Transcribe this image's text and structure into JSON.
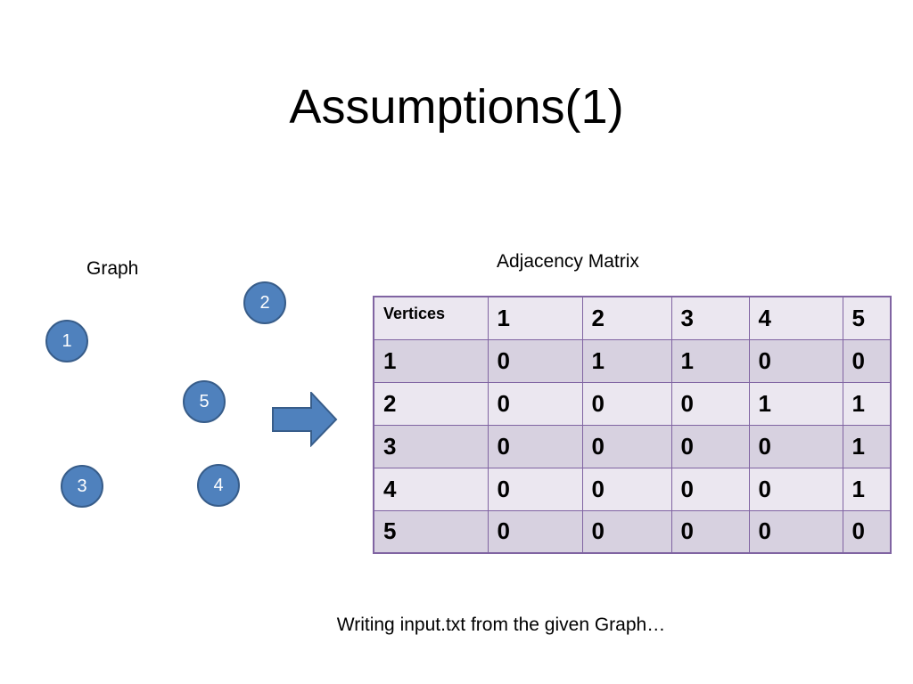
{
  "title": "Assumptions(1)",
  "graph": {
    "label": "Graph",
    "nodes": [
      "1",
      "2",
      "3",
      "4",
      "5"
    ]
  },
  "matrix": {
    "label": "Adjacency Matrix",
    "corner": "Vertices",
    "columns": [
      "1",
      "2",
      "3",
      "4",
      "5"
    ],
    "rows": [
      {
        "vertex": "1",
        "values": [
          "0",
          "1",
          "1",
          "0",
          "0"
        ]
      },
      {
        "vertex": "2",
        "values": [
          "0",
          "0",
          "0",
          "1",
          "1"
        ]
      },
      {
        "vertex": "3",
        "values": [
          "0",
          "0",
          "0",
          "0",
          "1"
        ]
      },
      {
        "vertex": "4",
        "values": [
          "0",
          "0",
          "0",
          "0",
          "1"
        ]
      },
      {
        "vertex": "5",
        "values": [
          "0",
          "0",
          "0",
          "0",
          "0"
        ]
      }
    ]
  },
  "footer": "Writing input.txt from the given Graph…",
  "colors": {
    "node_fill": "#4f81bd",
    "node_border": "#385d8a",
    "table_border": "#8064a2",
    "row_light": "#ebe7f0",
    "row_dark": "#d7d1e0"
  }
}
